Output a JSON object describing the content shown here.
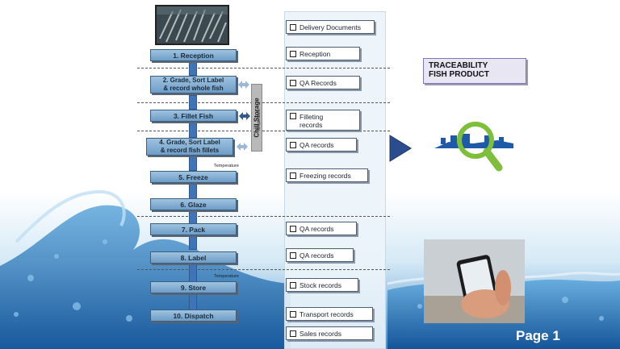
{
  "process_steps": [
    {
      "label": "1. Reception"
    },
    {
      "label": "2. Grade, Sort Label\n& record whole fish"
    },
    {
      "label": "3. Fillet Fish"
    },
    {
      "label": "4. Grade, Sort Label\n& record fish fillets"
    },
    {
      "label": "5. Freeze"
    },
    {
      "label": "6. Glaze"
    },
    {
      "label": "7. Pack"
    },
    {
      "label": "8. Label"
    },
    {
      "label": "9. Store"
    },
    {
      "label": "10. Dispatch"
    }
  ],
  "records": [
    {
      "label": "Delivery Documents"
    },
    {
      "label": "Reception"
    },
    {
      "label": "QA Records"
    },
    {
      "label": "Filleting\nrecords"
    },
    {
      "label": "QA records"
    },
    {
      "label": "Freezing records"
    },
    {
      "label": "QA records"
    },
    {
      "label": "QA records"
    },
    {
      "label": "Stock records"
    },
    {
      "label": "Transport  records"
    },
    {
      "label": "Sales  records"
    }
  ],
  "chill_storage": {
    "label": "Chill Storage",
    "sub": "Temperature"
  },
  "temperature_labels": [
    "Temperature",
    "Temperature"
  ],
  "traceability": {
    "line1": "TRACEABILITY",
    "line2": "FISH PRODUCT"
  },
  "page": {
    "label": "Page 1"
  },
  "colors": {
    "step_fill": "#7fa9d1",
    "arrow_blue": "#3f74b8",
    "trace_fill": "#e9e6f4",
    "logo_green": "#7dbf3a"
  },
  "icons": [
    "fish-photo",
    "box-icon",
    "arrow-right-icon",
    "magnifier-logo-icon",
    "phone-scan-photo"
  ]
}
